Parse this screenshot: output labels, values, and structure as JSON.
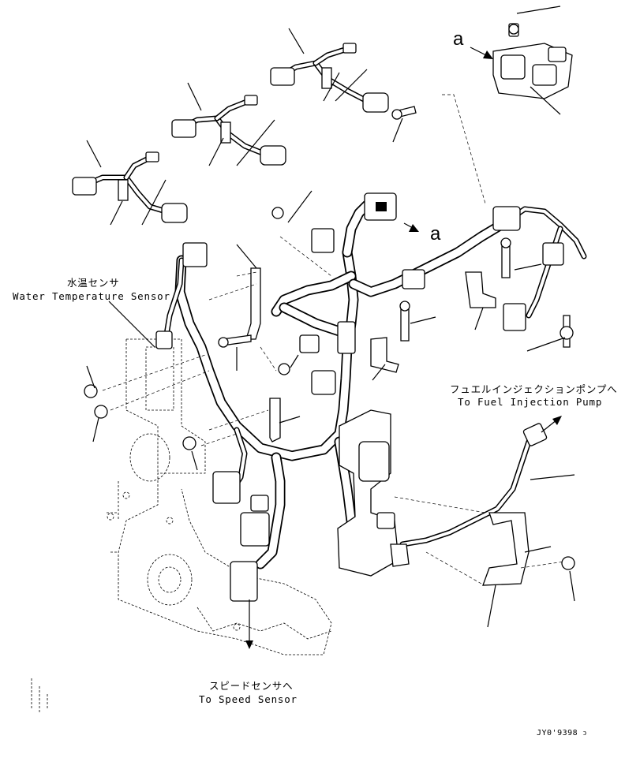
{
  "labels": {
    "water_temp_jp": "水温センサ",
    "water_temp_en": "Water Temperature Sensor",
    "fuel_pump_jp": "フュエルインジェクションポンプへ",
    "fuel_pump_en": "To Fuel Injection Pump",
    "speed_sensor_jp": "スピードセンサへ",
    "speed_sensor_en": "To Speed Sensor",
    "callout_a_top": "a",
    "callout_a_mid": "a",
    "drawing_code": "JY0'9398 ↄ"
  }
}
